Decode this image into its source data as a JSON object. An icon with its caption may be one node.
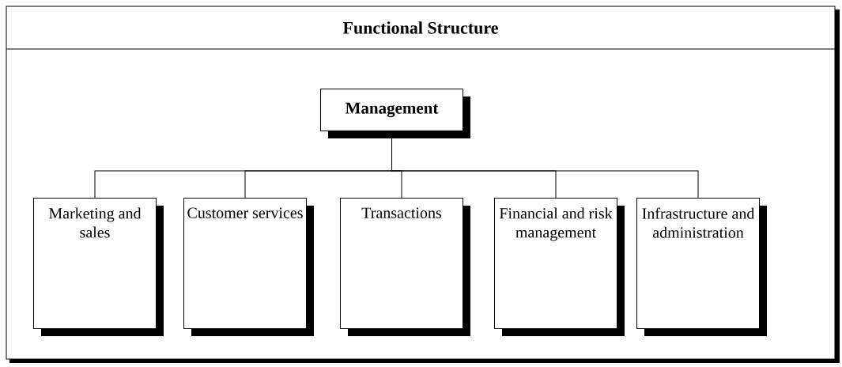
{
  "diagram": {
    "title": "Functional Structure",
    "nodes": [
      {
        "text": [
          "Management"
        ]
      },
      {
        "text": [
          "Marketing and sales"
        ]
      },
      {
        "text": [
          "Customer services"
        ]
      },
      {
        "text": [
          "Transactions"
        ]
      },
      {
        "text": [
          "Financial and risk management"
        ]
      },
      {
        "text": [
          "Infrastructure and administration"
        ]
      }
    ],
    "edges": [
      {
        "from": 0,
        "to": 1,
        "arrow": "none"
      },
      {
        "from": 0,
        "to": 2,
        "arrow": "none"
      },
      {
        "from": 0,
        "to": 3,
        "arrow": "none"
      },
      {
        "from": 0,
        "to": 4,
        "arrow": "none"
      },
      {
        "from": 0,
        "to": 5,
        "arrow": "none"
      }
    ]
  }
}
